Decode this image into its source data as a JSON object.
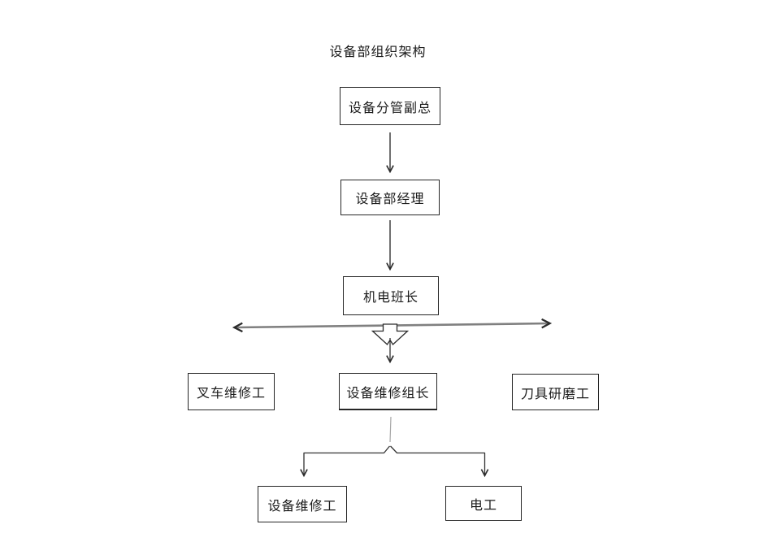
{
  "diagram": {
    "title": "设备部组织架构",
    "nodes": {
      "deputy_gm": "设备分管副总",
      "dept_manager": "设备部经理",
      "mech_elec_leader": "机电班长",
      "forklift_repair": "叉车维修工",
      "equip_maint_leader": "设备维修组长",
      "tool_grinder": "刀具研磨工",
      "equip_repair": "设备维修工",
      "electrician": "电工"
    },
    "edges": [
      {
        "from": "设备分管副总",
        "to": "设备部经理",
        "style": "straight-arrow"
      },
      {
        "from": "设备部经理",
        "to": "机电班长",
        "style": "straight-arrow"
      },
      {
        "from": "机电班长",
        "to": "设备维修组长",
        "style": "block-arrow-through-span"
      },
      {
        "from": "设备维修组长",
        "to": "设备维修工",
        "style": "elbow-arrow"
      },
      {
        "from": "设备维修组长",
        "to": "电工",
        "style": "elbow-arrow"
      }
    ],
    "colors": {
      "line": "#333333",
      "span_line": "#808080",
      "connector_light": "#a6a6a6",
      "box_border": "#262626",
      "background": "#ffffff"
    }
  }
}
